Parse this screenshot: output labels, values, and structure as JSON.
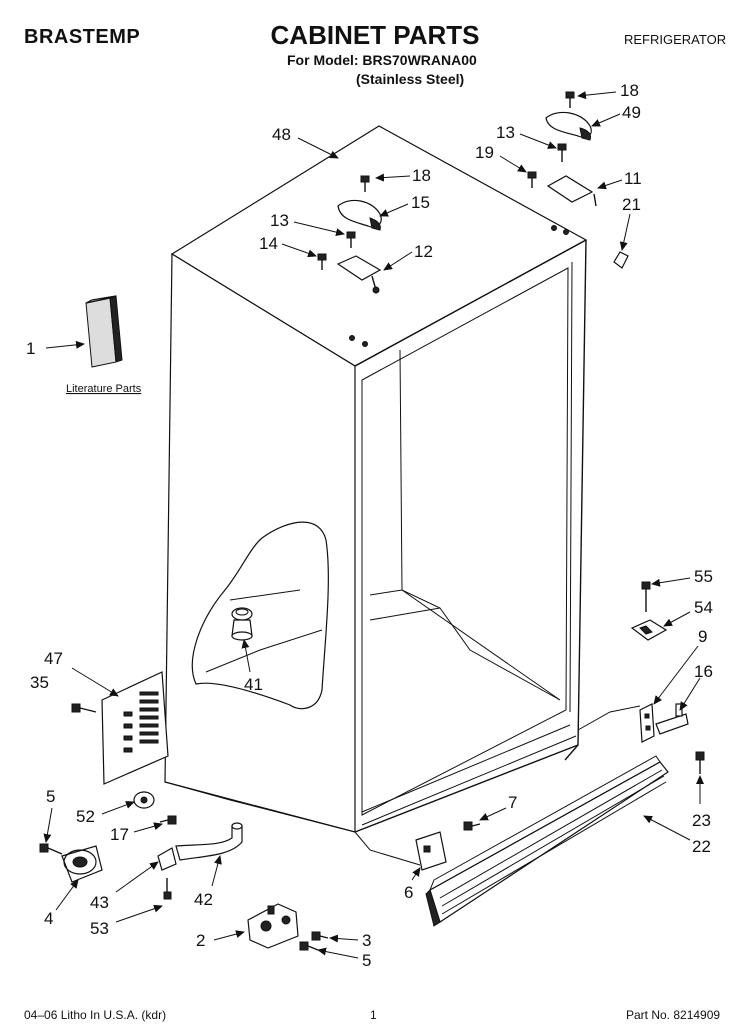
{
  "header": {
    "brand": "BRASTEMP",
    "title": "CABINET PARTS",
    "model_line": "For Model: BRS70WRANA00",
    "variant_line": "(Stainless Steel)",
    "category": "REFRIGERATOR"
  },
  "literature_label": "Literature Parts",
  "callouts": [
    {
      "id": "c1",
      "label": "1"
    },
    {
      "id": "c48",
      "label": "48"
    },
    {
      "id": "c18a",
      "label": "18"
    },
    {
      "id": "c15",
      "label": "15"
    },
    {
      "id": "c13a",
      "label": "13"
    },
    {
      "id": "c14",
      "label": "14"
    },
    {
      "id": "c12",
      "label": "12"
    },
    {
      "id": "c18b",
      "label": "18"
    },
    {
      "id": "c49",
      "label": "49"
    },
    {
      "id": "c13b",
      "label": "13"
    },
    {
      "id": "c19",
      "label": "19"
    },
    {
      "id": "c11",
      "label": "11"
    },
    {
      "id": "c21",
      "label": "21"
    },
    {
      "id": "c41",
      "label": "41"
    },
    {
      "id": "c47",
      "label": "47"
    },
    {
      "id": "c35",
      "label": "35"
    },
    {
      "id": "c55",
      "label": "55"
    },
    {
      "id": "c54",
      "label": "54"
    },
    {
      "id": "c9",
      "label": "9"
    },
    {
      "id": "c16",
      "label": "16"
    },
    {
      "id": "c5a",
      "label": "5"
    },
    {
      "id": "c52",
      "label": "52"
    },
    {
      "id": "c17",
      "label": "17"
    },
    {
      "id": "c4",
      "label": "4"
    },
    {
      "id": "c43",
      "label": "43"
    },
    {
      "id": "c42",
      "label": "42"
    },
    {
      "id": "c53",
      "label": "53"
    },
    {
      "id": "c7",
      "label": "7"
    },
    {
      "id": "c23",
      "label": "23"
    },
    {
      "id": "c22",
      "label": "22"
    },
    {
      "id": "c6",
      "label": "6"
    },
    {
      "id": "c2",
      "label": "2"
    },
    {
      "id": "c3",
      "label": "3"
    },
    {
      "id": "c5b",
      "label": "5"
    }
  ],
  "footer": {
    "print_info": "04–06 Litho In U.S.A. (kdr)",
    "page_number": "1",
    "part_number": "Part No. 8214909"
  }
}
